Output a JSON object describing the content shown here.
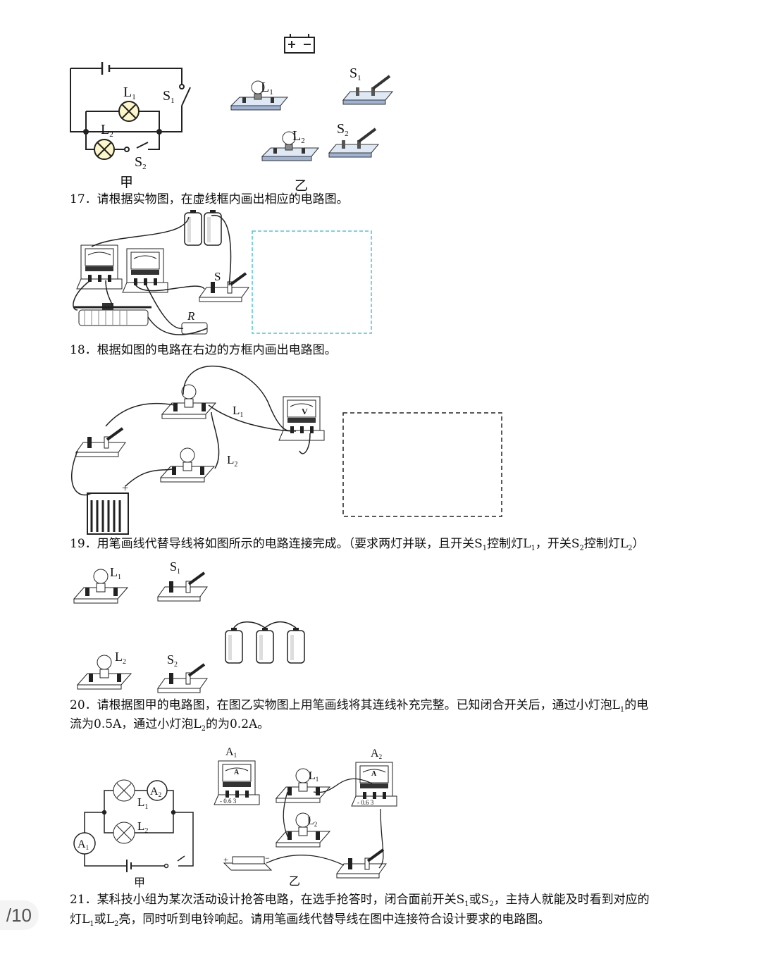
{
  "page_indicator": "/10",
  "figures": {
    "top": {
      "jia": "甲",
      "yi": "乙",
      "L1": "L",
      "S1": "S",
      "L2": "L",
      "S2": "S",
      "sub1": "1",
      "sub2": "2"
    },
    "q17": {
      "S": "S",
      "R": "R"
    },
    "q18": {
      "L1": "L",
      "L2": "L",
      "sub1": "1",
      "sub2": "2",
      "meter": "V"
    },
    "q19": {
      "L1": "L",
      "S1": "S",
      "L2": "L",
      "S2": "S",
      "sub1": "1",
      "sub2": "2"
    },
    "q20": {
      "A1": "A",
      "A2": "A",
      "L1": "L",
      "L2": "L",
      "sub1": "1",
      "sub2": "2",
      "jia": "甲",
      "yi": "乙",
      "meter_unit": "A",
      "scale": "- 0.6 3",
      "plus": "+",
      "minus": "−"
    }
  },
  "questions": [
    {
      "id": "q17",
      "lines": [
        [
          "17．请根据实物图，在虚线框内画出相应的电路图。"
        ]
      ]
    },
    {
      "id": "q18",
      "lines": [
        [
          "18．根据如图的电路在右边的方框内画出电路图。"
        ]
      ]
    },
    {
      "id": "q19",
      "lines": [
        [
          "19．用笔画线代替导线将如图所示的电路连接完成。（要求两灯并联，且开关S",
          "1",
          "控制灯L",
          "1",
          "，开关S",
          "2",
          "控制灯L",
          "2",
          "）"
        ]
      ]
    },
    {
      "id": "q20",
      "lines": [
        [
          "20．请根据图甲的电路图，在图乙实物图上用笔画线将其连线补充完整。已知闭合开关后，通过小灯泡L",
          "1",
          "的电"
        ],
        [
          "流为0.5A，通过小灯泡L",
          "2",
          "的为0.2A。"
        ]
      ]
    },
    {
      "id": "q21",
      "lines": [
        [
          "21．某科技小组为某次活动设计抢答电路，在选手抢答时，闭合面前开关S",
          "1",
          "或S",
          "2",
          "，主持人就能及时看到对应的"
        ],
        [
          "灯L",
          "1",
          "或L",
          "2",
          "亮，同时听到电铃响起。请用笔画线代替导线在图中连接符合设计要求的电路图。"
        ]
      ]
    }
  ]
}
